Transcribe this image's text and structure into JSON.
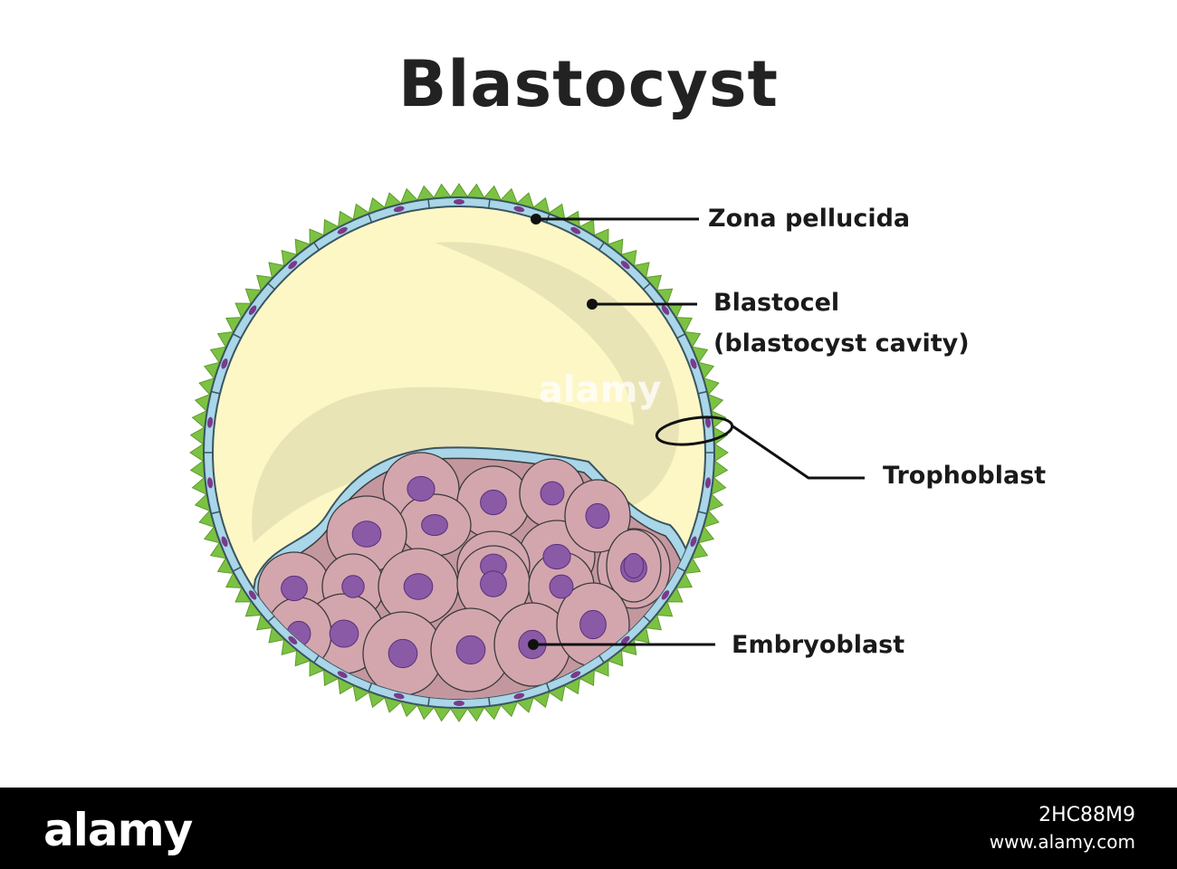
{
  "title": "Blastocyst",
  "labels": {
    "zona_pellucida": "Zona pellucida",
    "blastocel_line1": "Blastocel",
    "blastocel_line2": "(blastocyst cavity)",
    "trophoblast": "Trophoblast",
    "embryoblast": "Embryoblast"
  },
  "watermark": "alamy",
  "footer": {
    "logo": "alamy",
    "image_id": "2HC88M9",
    "url": "www.alamy.com"
  },
  "colors": {
    "zona": "#7cc242",
    "trophoblast": "#a9d6e8",
    "blastocel": "#fdf7c6",
    "shadow": "#e0ddb0",
    "embryo": "#c4979f",
    "embryo_light": "#d6a8b0",
    "nucleus": "#8a5aa6",
    "nucleus_dark": "#5b2f7d"
  }
}
